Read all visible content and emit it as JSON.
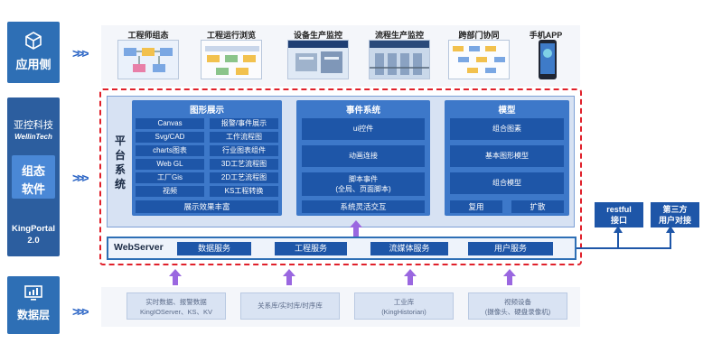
{
  "left": {
    "app_side": "应用侧",
    "company_cn": "亚控科技",
    "company_en": "WellinTech",
    "config_software_1": "组态",
    "config_software_2": "软件",
    "kingportal": "KingPortal",
    "version": "2.0",
    "data_layer": "数据层"
  },
  "apps": [
    {
      "label": "工程师组态"
    },
    {
      "label": "工程运行浏览"
    },
    {
      "label": "设备生产监控"
    },
    {
      "label": "流程生产监控"
    },
    {
      "label": "跨部门协同"
    },
    {
      "label": "手机APP"
    }
  ],
  "platform": {
    "label_1": "平",
    "label_2": "台",
    "label_3": "系",
    "label_4": "统",
    "graphics": {
      "title": "图形展示",
      "items": [
        "Canvas",
        "报警/事件展示",
        "Svg/CAD",
        "工作流程图",
        "charts图表",
        "行业图表组件",
        "Web GL",
        "3D工艺流程图",
        "工厂Gis",
        "2D工艺流程图",
        "视频",
        "KS工程转换"
      ],
      "footer": "展示效果丰富"
    },
    "events": {
      "title": "事件系统",
      "items": [
        "ui控件",
        "动画连接"
      ],
      "script_1": "脚本事件",
      "script_2": "(全局、页面脚本)",
      "footer": "系统灵活交互"
    },
    "model": {
      "title": "模型",
      "items": [
        "组合图素",
        "基本图形模型",
        "组合模型"
      ],
      "reuse": "复用",
      "extend": "扩散"
    }
  },
  "webserver": {
    "label": "WebServer",
    "services": [
      "数据服务",
      "工程服务",
      "流媒体服务",
      "用户服务"
    ]
  },
  "right": {
    "restful_1": "restful",
    "restful_2": "接口",
    "third_1": "第三方",
    "third_2": "用户对接"
  },
  "data_sources": [
    {
      "line1": "实时数据、报警数据",
      "line2": "KingIOServer、KS、KV"
    },
    {
      "line1": "关系库/实时库/时序库",
      "line2": ""
    },
    {
      "line1": "工业库",
      "line2": "(KingHistorian)"
    },
    {
      "line1": "视频设备",
      "line2": "(摄像头、硬盘录像机)"
    }
  ],
  "colors": {
    "primary": "#2e6fb5",
    "dark_blue": "#1e56a8",
    "mid_blue": "#3d78c9",
    "dashed_red": "#e0202a",
    "arrow_purple": "#9a67e0"
  }
}
